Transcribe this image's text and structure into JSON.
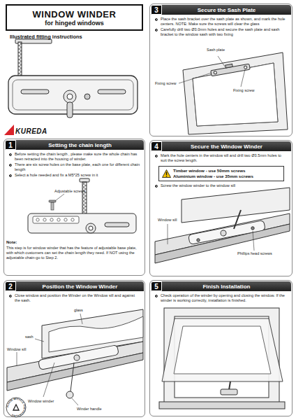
{
  "diagram": {
    "nodes": [
      {
        "text": [
          "WINDOW WINDER",
          "for hinged windows"
        ]
      },
      {
        "text": [
          "Setting the chain length",
          "Before setting the chain length , please make sure the whole chain has been retracted into the housing of winder.",
          "There are six screw holes on the base plate, each one for different chain length",
          "Select a hole needed and fix a M5*25 screw in it"
        ]
      },
      {
        "text": [
          "1"
        ],
        "in": 1
      },
      {
        "text": [
          "Position the Window Winder",
          "Close window and position the Winder on the Window sill and against the sash."
        ]
      },
      {
        "text": [
          "2"
        ],
        "in": 3
      },
      {
        "text": [
          "Secure the Sash Plate",
          "Place the sash bracket over the sash plate as shown, and mark the hole centers. NOTE: Make sure the screws will clear the glass",
          "Carefully drill two Ø3.0mm holes and secure the sash plate and sash bracket to the window sash with two fixing"
        ]
      },
      {
        "text": [
          "3"
        ],
        "in": 5
      },
      {
        "text": [
          "Secure the Window Winder",
          "Mark the hole centers in the window sill and drill two Ø3.5mm holes to suit the screw length.",
          "Screw the window winder to the window sill"
        ]
      },
      {
        "text": [
          "4"
        ],
        "in": 7
      },
      {
        "text": [
          "Timber window - use 50mm screws",
          "Aluminium window - use 35mm screws"
        ],
        "in": 7
      },
      {
        "text": [
          "Finish Installation",
          "Check operation of the winder by opening and closing the window. If the winder is working correctly, installation is finished."
        ]
      },
      {
        "text": [
          "5"
        ],
        "in": 10
      }
    ],
    "labels": [
      "Illustrated fitting instructions",
      "KUREDA",
      "Adjustable screws",
      "Note:",
      "This step is for window winder that has the feature of adjustable base plate, with which customers can set the chain length they need. If NOT using the adjustable chain-go to Step 2.",
      "Window sill",
      "sash",
      "glass",
      "Window winder",
      "Winder handle",
      "PLEASE RECYCLE THIS PACKAGING",
      "Sash plate",
      "Fixing screw",
      "Fixing screw",
      "Window sill",
      "Phillips head screws"
    ]
  }
}
